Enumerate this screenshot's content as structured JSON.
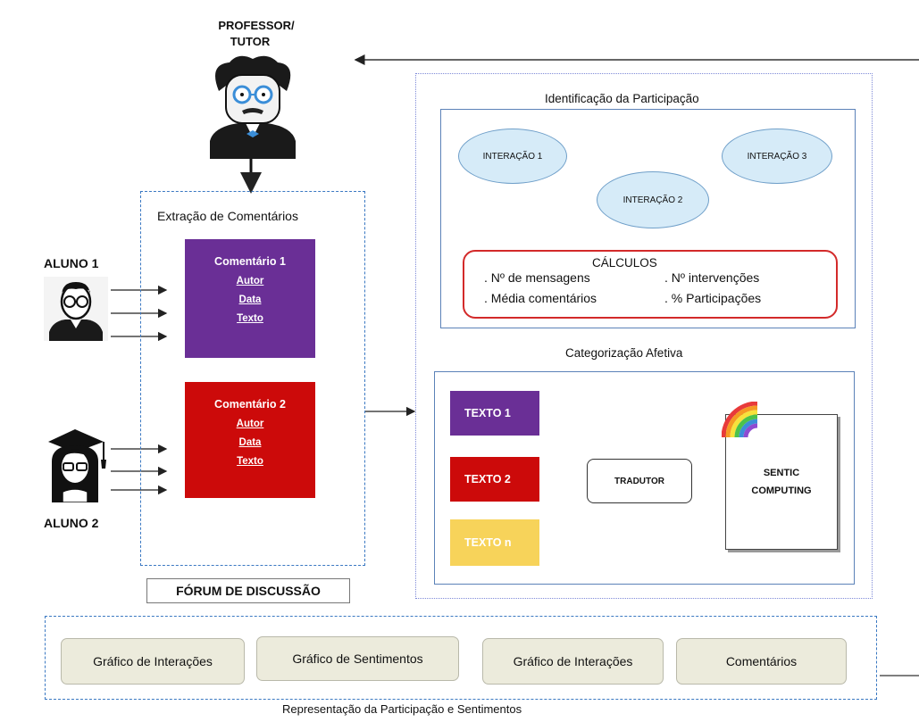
{
  "professor": {
    "label_line1": "PROFESSOR/",
    "label_line2": "TUTOR"
  },
  "forum": {
    "title": "Extração de Comentários",
    "footer": "FÓRUM DE DISCUSSÃO",
    "comment1": {
      "title": "Comentário 1",
      "fields": [
        "Autor",
        "Data",
        "Texto"
      ],
      "color": "#6a2f96"
    },
    "comment2": {
      "title": "Comentário 2",
      "fields": [
        "Autor",
        "Data",
        "Texto"
      ],
      "color": "#cc0a0a"
    }
  },
  "students": {
    "aluno1": "ALUNO 1",
    "aluno2": "ALUNO 2"
  },
  "identification": {
    "title": "Identificação da Participação",
    "interactions": [
      "INTERAÇÃO 1",
      "INTERAÇÃO 2",
      "INTERAÇÃO 3"
    ],
    "calc_title": "CÁLCULOS",
    "calc_items": [
      ". Nº de mensagens",
      ". Nº intervenções",
      ". Média comentários",
      ". % Participações"
    ]
  },
  "affective": {
    "title": "Categorização Afetiva",
    "texts": [
      {
        "label": "TEXTO 1",
        "color": "#6a2f96"
      },
      {
        "label": "TEXTO 2",
        "color": "#cc0a0a"
      },
      {
        "label": "TEXTO n",
        "color": "#f7d35a"
      }
    ],
    "translator": "TRADUTOR",
    "sentic_line1": "SENTIC",
    "sentic_line2": "COMPUTING"
  },
  "representation": {
    "title": "Representação da Participação e Sentimentos",
    "buttons": [
      "Gráfico de Interações",
      "Gráfico de Sentimentos",
      "Gráfico de Interações",
      "Comentários"
    ]
  }
}
